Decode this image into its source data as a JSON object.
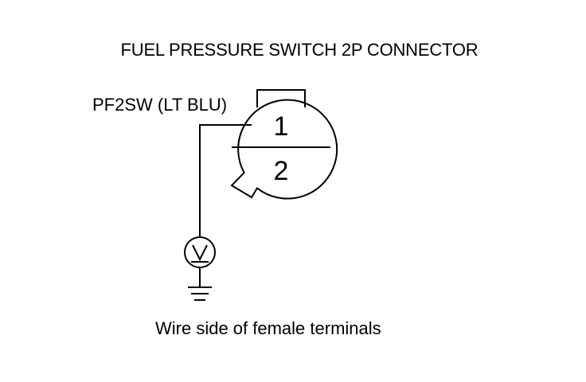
{
  "title": "FUEL PRESSURE SWITCH 2P CONNECTOR",
  "wire_label": "PF2SW (LT BLU)",
  "caption": "Wire side of female terminals",
  "connector": {
    "pins": [
      {
        "number": "1"
      },
      {
        "number": "2"
      }
    ]
  },
  "icons": {
    "meter": "voltmeter-icon",
    "ground": "ground-icon"
  },
  "colors": {
    "line": "#000000",
    "background": "#ffffff"
  }
}
